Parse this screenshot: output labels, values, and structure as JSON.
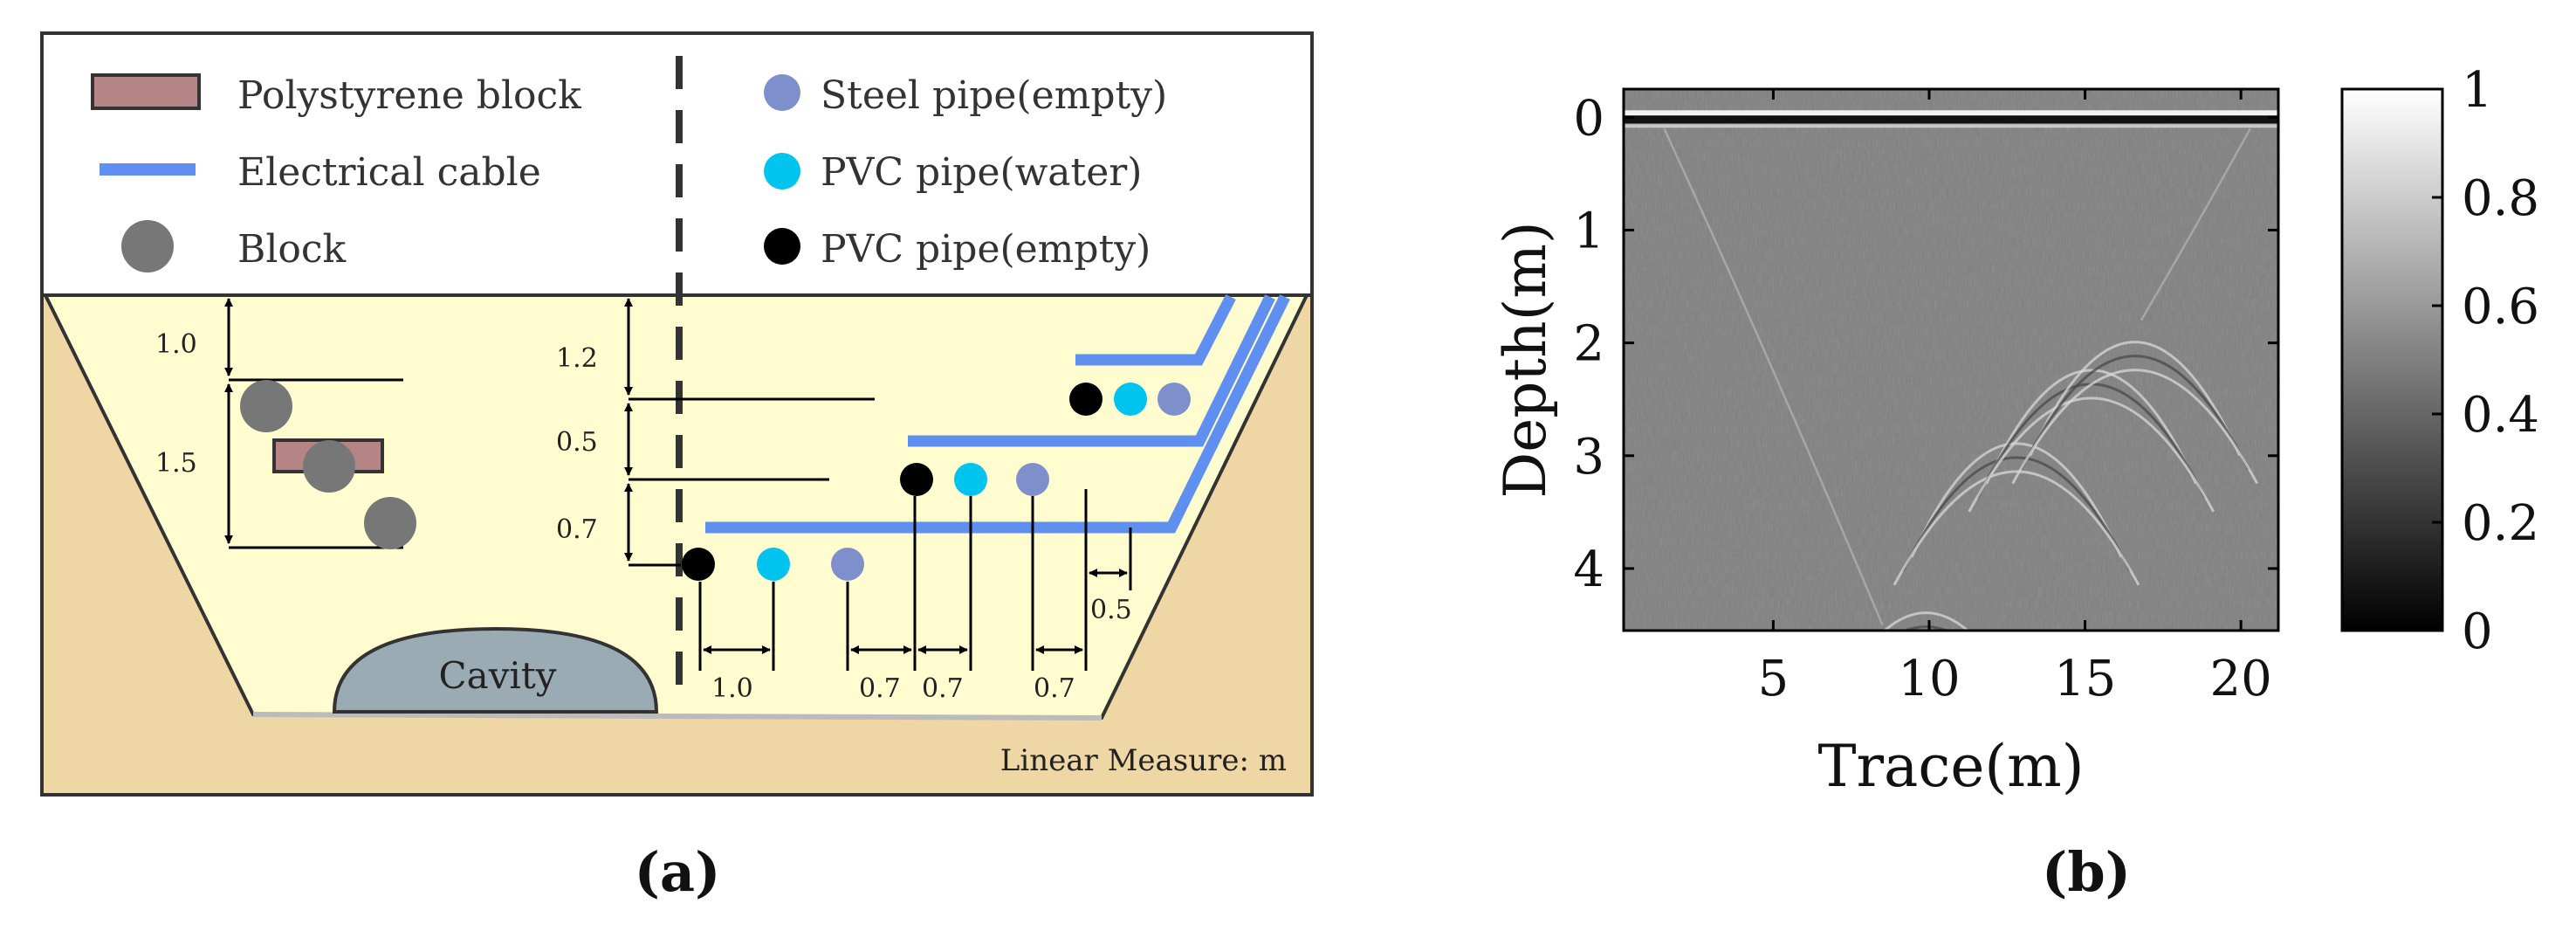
{
  "legend": {
    "polystyrene": "Polystyrene block",
    "cable": "Electrical  cable",
    "block": "Block",
    "steel_empty": "Steel pipe(empty)",
    "pvc_water": "PVC pipe(water)",
    "pvc_empty": "PVC pipe(empty)"
  },
  "dims": {
    "d1_0": "1.0",
    "d1_5": "1.5",
    "d1_2": "1.2",
    "d0_5v": "0.5",
    "d0_7v": "0.7",
    "h1_0": "1.0",
    "h0_7a": "0.7",
    "h0_7b": "0.7",
    "h0_7c": "0.7",
    "h0_5": "0.5"
  },
  "cavity": "Cavity",
  "linear_measure": "Linear Measure: m",
  "panel_a": "(a)",
  "panel_b": "(b)",
  "colors": {
    "soil": "#eed6a5",
    "trench": "#fffdd0",
    "cable": "#5f8ff0",
    "steel": "#7f8fcc",
    "pvc_water": "#00c3ee",
    "block": "#777777",
    "polystyrene": "#b58484",
    "cavity": "#9aabb3"
  },
  "chart_data": {
    "type": "heatmap",
    "title": "",
    "xlabel": "Trace(m)",
    "ylabel": "Depth(m)",
    "xlim": [
      0.2,
      21.2
    ],
    "ylim": [
      4.55,
      -0.25
    ],
    "xticks": [
      "5",
      "10",
      "15",
      "20"
    ],
    "yticks": [
      "0",
      "1",
      "2",
      "3",
      "4"
    ],
    "colorbar": {
      "range": [
        0,
        1
      ],
      "ticks": [
        "0",
        "0.2",
        "0.4",
        "0.6",
        "0.8",
        "1"
      ],
      "colormap": "gray"
    },
    "features": [
      {
        "kind": "direct wave",
        "depth": 0.0
      },
      {
        "kind": "hyperbola",
        "trace": 9.9,
        "depth": 3.85
      },
      {
        "kind": "hyperbola",
        "trace": 12.8,
        "depth": 2.35
      },
      {
        "kind": "hyperbola",
        "trace": 15.2,
        "depth": 1.7
      },
      {
        "kind": "hyperbola",
        "trace": 16.6,
        "depth": 1.45
      }
    ]
  }
}
